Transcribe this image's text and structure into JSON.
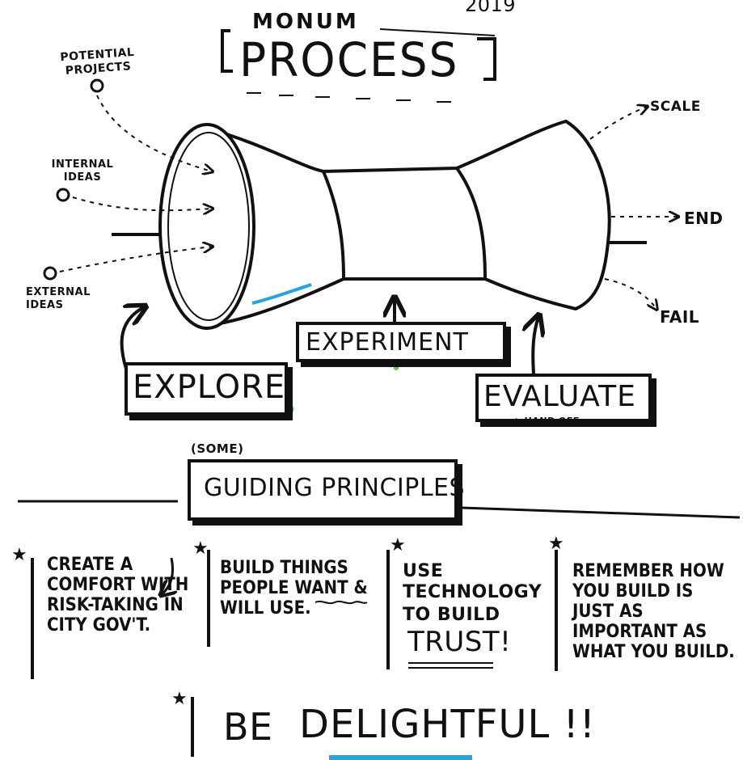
{
  "year": "2019",
  "title": {
    "top": "MONUM",
    "main": "PROCESS"
  },
  "inputs": {
    "potential_projects": "POTENTIAL PROJECTS",
    "internal_ideas": "INTERNAL IDEAS",
    "external_ideas": "EXTERNAL IDEAS"
  },
  "outcomes": {
    "scale": "SCALE",
    "end": "END",
    "fail": "FAIL"
  },
  "stages": {
    "explore": "EXPLORE",
    "experiment": "EXPERIMENT",
    "evaluate": "EVALUATE",
    "hand_off": "+ HAND OFF"
  },
  "principles_header": {
    "some": "(SOME)",
    "title": "GUIDING PRINCIPLES"
  },
  "principles": [
    {
      "text": "CREATE A COMFORT WITH RISK-TAKING IN CITY GOV'T."
    },
    {
      "text": "BUILD THINGS PEOPLE WANT & WILL USE."
    },
    {
      "text_line1": "USE",
      "text_line2": "TECHNOLOGY",
      "text_line3": "TO BUILD",
      "emphasis": "TRUST!"
    },
    {
      "text": "REMEMBER HOW YOU BUILD IS JUST AS IMPORTANT AS WHAT YOU BUILD."
    }
  ],
  "closing": {
    "be": "BE",
    "emphasis": "DELIGHTFUL !!"
  },
  "colors": {
    "ink": "#111111",
    "accent": "#29a3dc"
  }
}
